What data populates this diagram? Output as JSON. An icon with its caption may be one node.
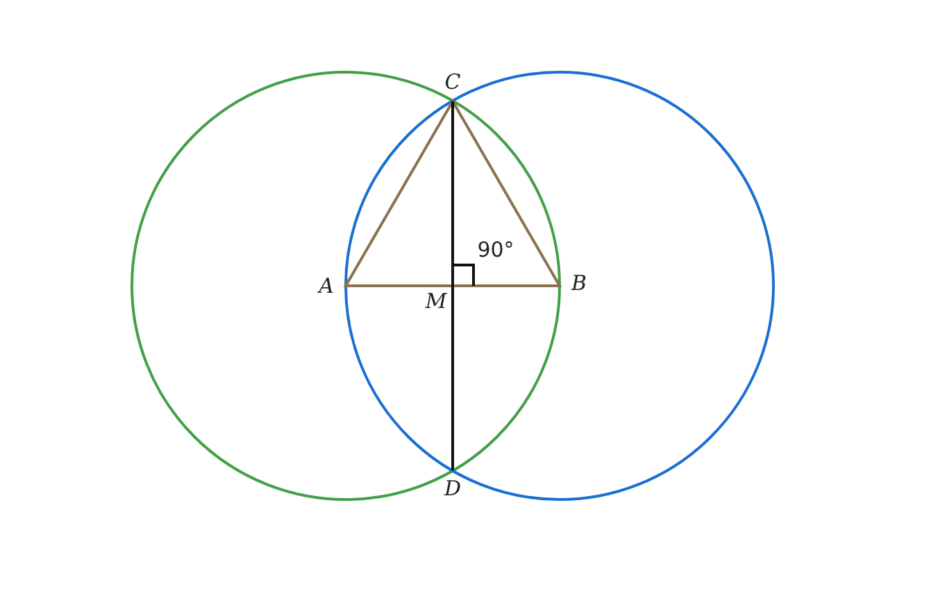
{
  "diagram": {
    "labels": [
      "C",
      "90°",
      "A",
      "M",
      "B",
      "D"
    ]
  }
}
